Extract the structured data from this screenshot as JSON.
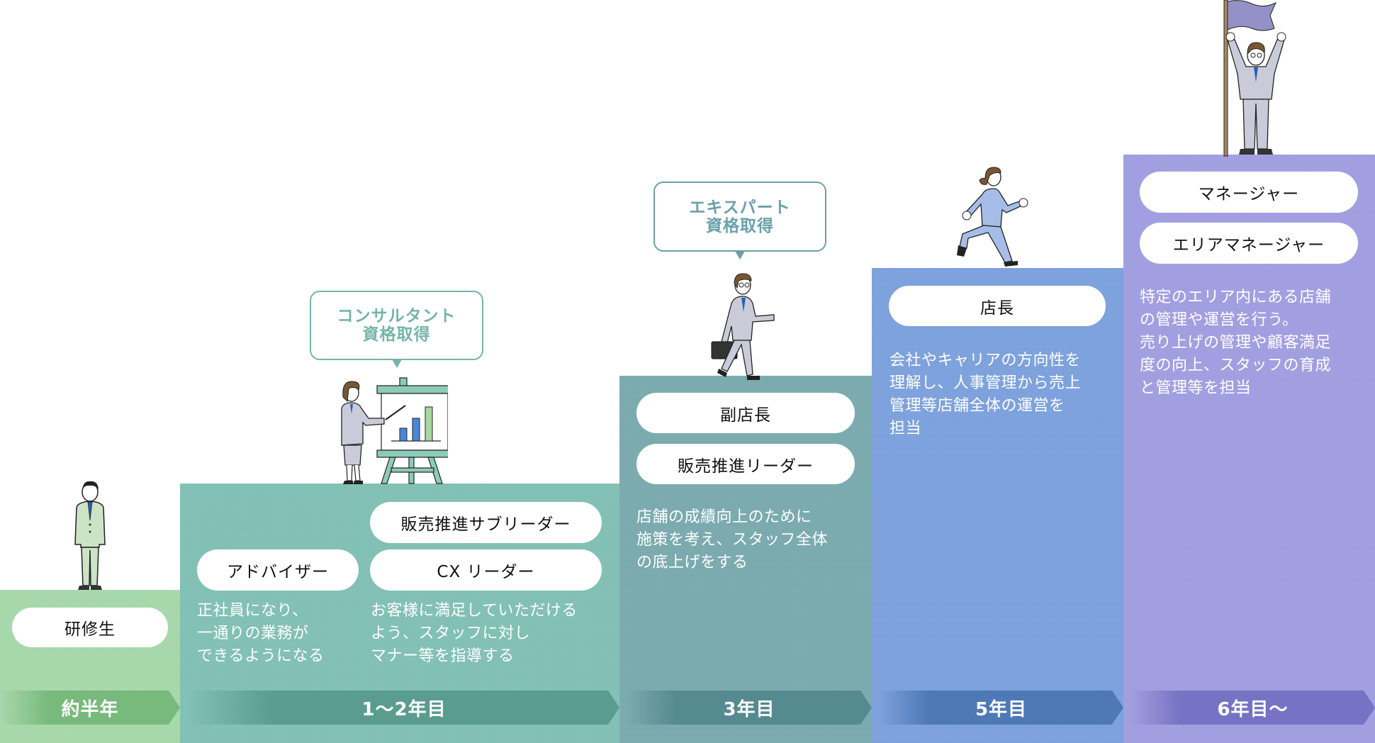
{
  "stages": [
    {
      "period": "約半年",
      "colors": {
        "bg": "#a6d7aa",
        "arrow": "#78b97c"
      },
      "roles": [
        "研修生"
      ],
      "descriptions": []
    },
    {
      "period": "1〜2年目",
      "colors": {
        "bg": "#80bfb4",
        "arrow": "#5a9c90"
      },
      "roles": [
        "販売推進サブリーダー",
        "アドバイザー",
        "CX リーダー"
      ],
      "descriptions": [
        "正社員になり、\n一通りの業務が\nできるようになる",
        "お客様に満足していただける\nよう、スタッフに対し\nマナー等を指導する"
      ],
      "callout": {
        "line1": "コンサルタント",
        "line2": "資格取得",
        "color": "#74b5aa"
      }
    },
    {
      "period": "3年目",
      "colors": {
        "bg": "#79a9ad",
        "arrow": "#558a91"
      },
      "roles": [
        "副店長",
        "販売推進リーダー"
      ],
      "descriptions": [
        "店舗の成績向上のために\n施策を考え、スタッフ全体\nの底上げをする"
      ],
      "callout": {
        "line1": "エキスパート",
        "line2": "資格取得",
        "color": "#6aa0aa"
      }
    },
    {
      "period": "5年目",
      "colors": {
        "bg": "#7ba0dc",
        "arrow": "#4e78b6"
      },
      "roles": [
        "店長"
      ],
      "descriptions": [
        "会社やキャリアの方向性を\n理解し、人事管理から売上\n管理等店舗全体の運営を\n担当"
      ]
    },
    {
      "period": "6年目〜",
      "colors": {
        "bg": "#a09de0",
        "arrow": "#7673c4"
      },
      "roles": [
        "マネージャー",
        "エリアマネージャー"
      ],
      "descriptions": [
        "特定のエリア内にある店舗\nの管理や運営を行う。\n売り上げの管理や顧客満足\n度の向上、スタッフの育成\nと管理等を担当"
      ]
    }
  ],
  "illustrations": {
    "stage1": "standing-trainee-icon",
    "stage2": "presenter-with-chart-easel-icon",
    "stage3": "walking-businessman-with-briefcase-icon",
    "stage4": "running-businesswoman-icon",
    "stage5": "manager-with-flag-icon"
  }
}
